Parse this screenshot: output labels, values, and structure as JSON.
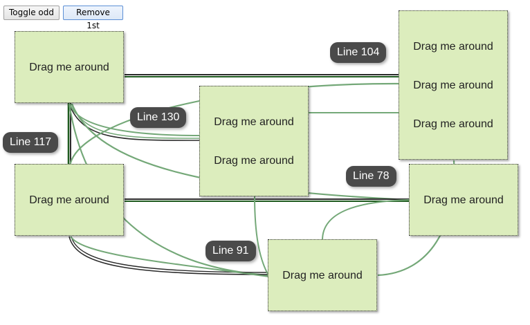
{
  "toolbar": {
    "toggle_odd_label": "Toggle odd",
    "remove_first_label": "Remove 1st"
  },
  "boxes": {
    "b1": [
      "Drag me around"
    ],
    "b2": [
      "Drag me around",
      "Drag me around"
    ],
    "b3": [
      "Drag me around",
      "Drag me around",
      "Drag me around"
    ],
    "b4": [
      "Drag me around"
    ],
    "b5": [
      "Drag me around"
    ],
    "b6": [
      "Drag me around"
    ]
  },
  "line_labels": {
    "l104": "Line 104",
    "l130": "Line 130",
    "l117": "Line 117",
    "l78": "Line 78",
    "l91": "Line 91"
  },
  "colors": {
    "box_fill": "#dcedbd",
    "dark_line": "#2a2a2a",
    "dark_green_line": "#1e5a1e",
    "soft_green_line": "#74a878",
    "label_bg": "#4a4a4a"
  }
}
